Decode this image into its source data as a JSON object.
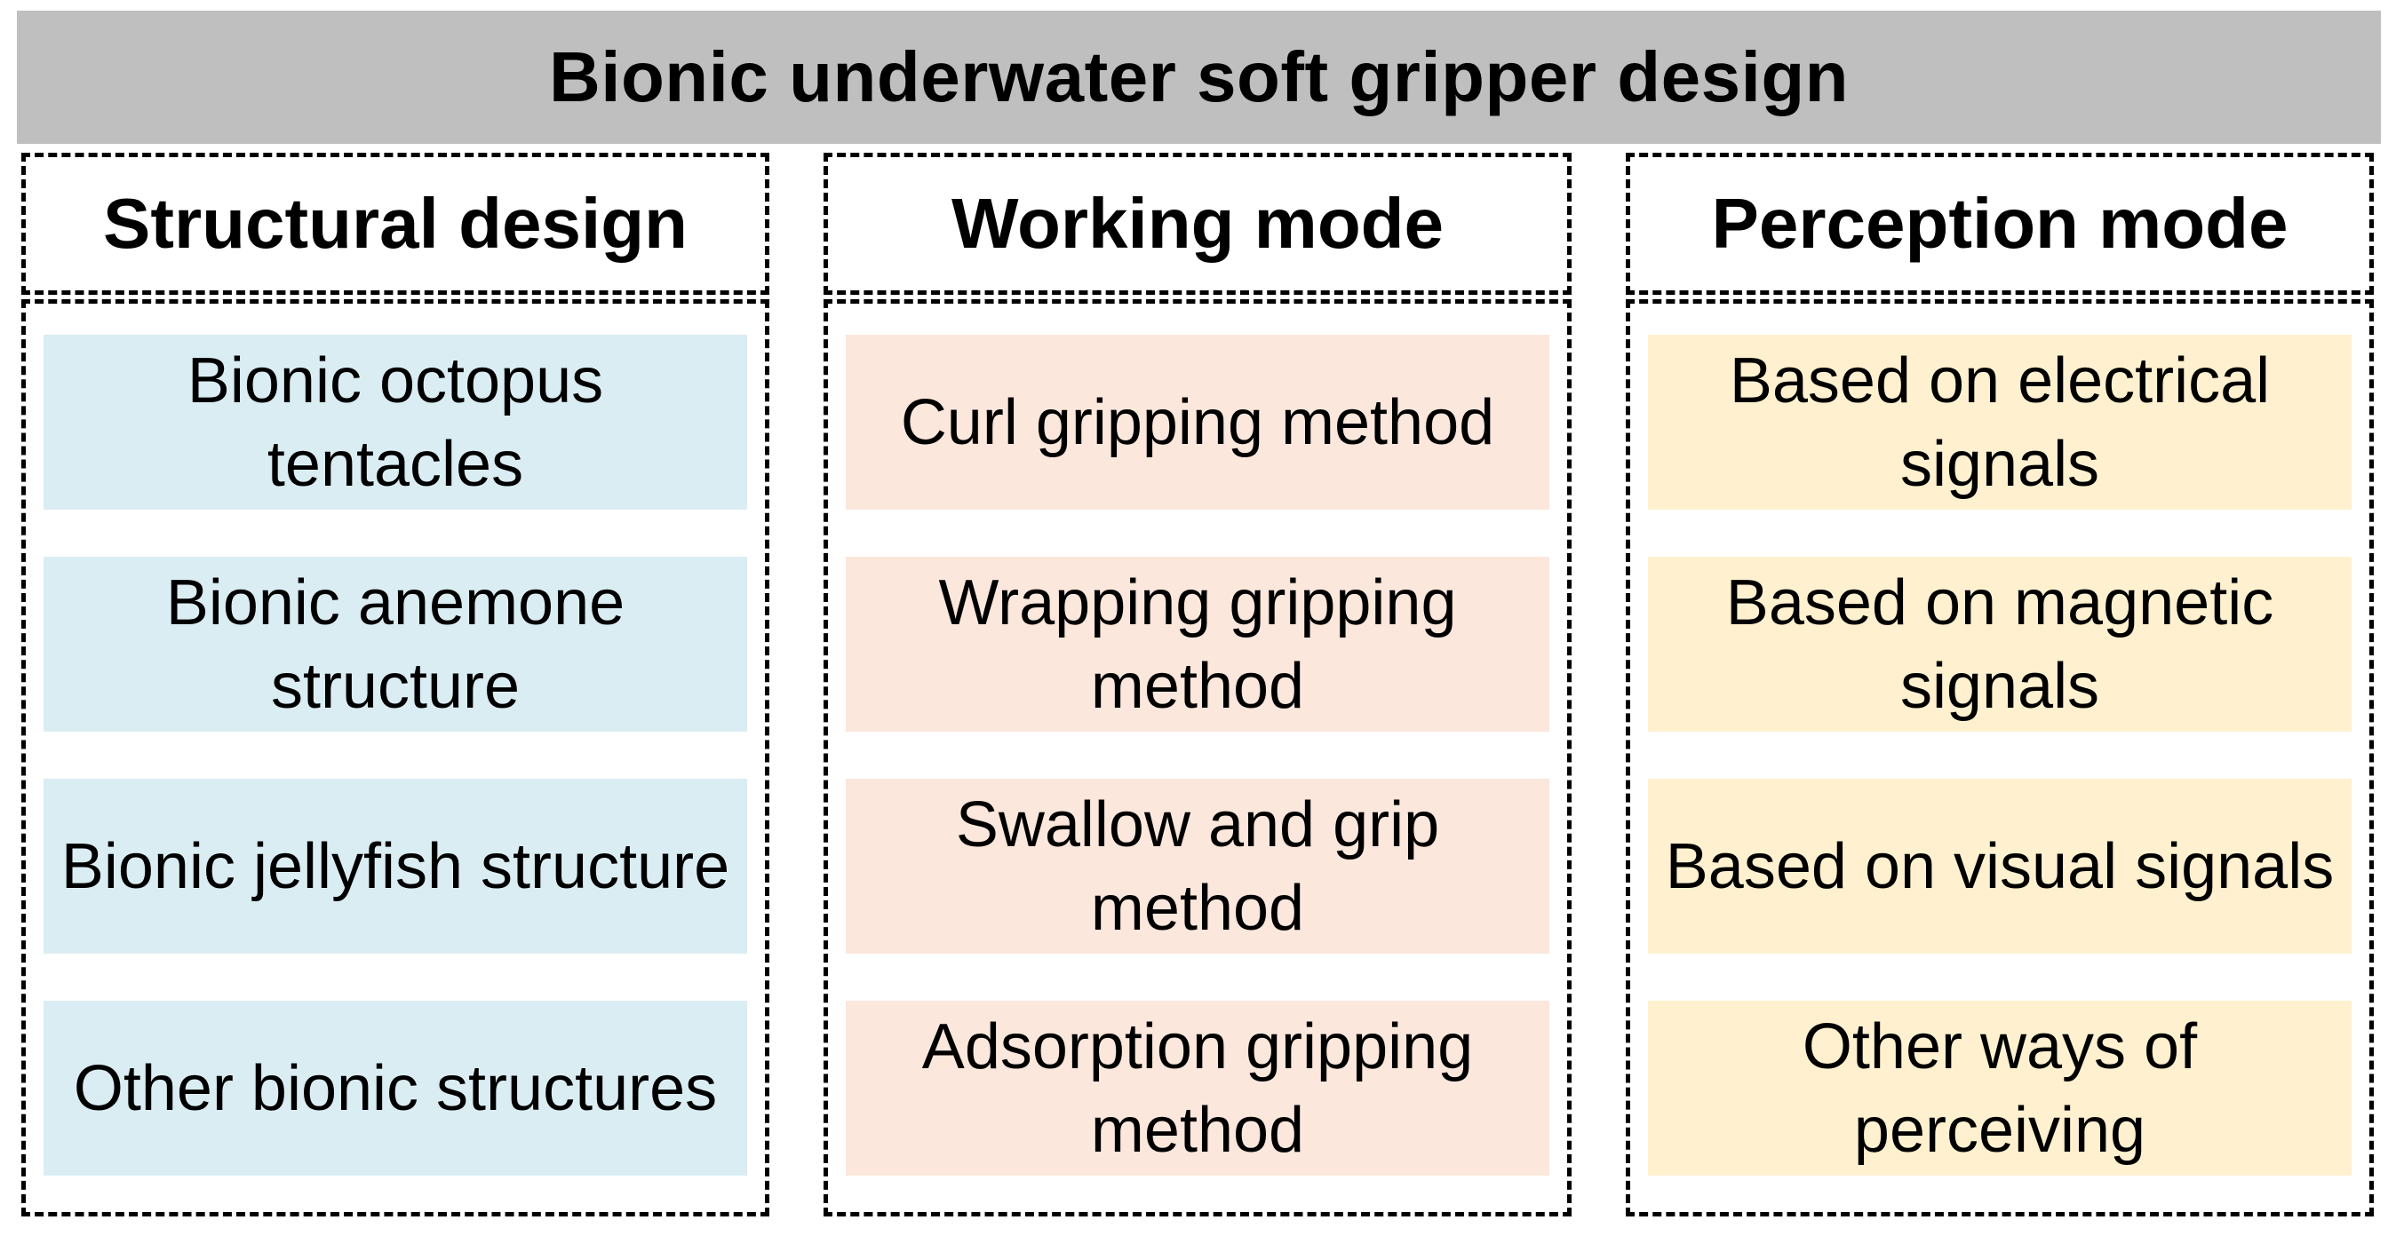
{
  "title": "Bionic underwater soft gripper design",
  "columns": [
    {
      "header": "Structural design",
      "color": "#daedf3",
      "items": [
        "Bionic octopus tentacles",
        "Bionic anemone structure",
        "Bionic jellyfish structure",
        "Other bionic structures"
      ]
    },
    {
      "header": "Working mode",
      "color": "#fbe7dc",
      "items": [
        "Curl gripping method",
        "Wrapping gripping method",
        "Swallow and grip method",
        "Adsorption gripping method"
      ]
    },
    {
      "header": "Perception mode",
      "color": "#fff1cf",
      "items": [
        "Based on electrical signals",
        "Based on magnetic signals",
        "Based on visual signals",
        "Other ways of perceiving"
      ]
    }
  ]
}
